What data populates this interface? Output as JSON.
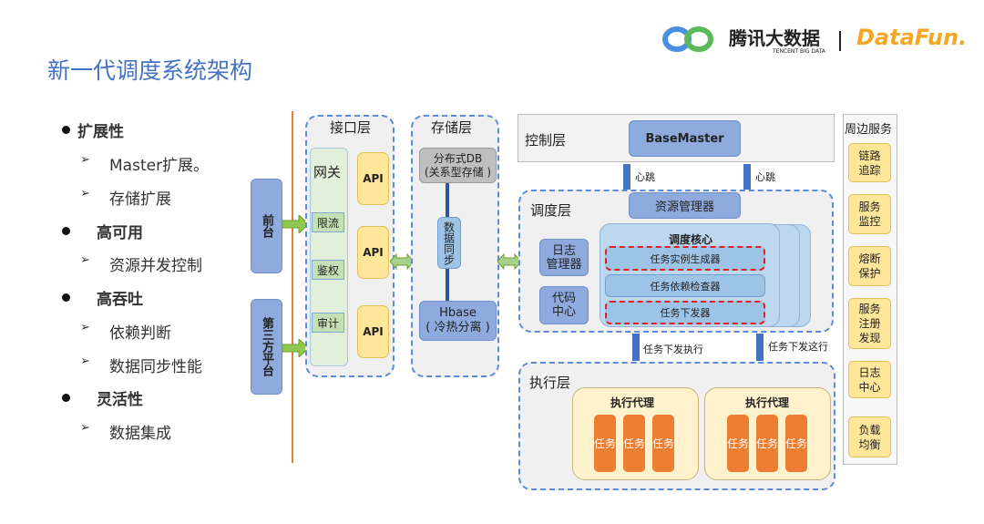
{
  "title": "新一代调度系统架构",
  "logo": {
    "tencent": "腾讯大数据",
    "tencent_sub": "TENCENT BIG DATA",
    "datafun": "DataFun."
  },
  "bullets": [
    {
      "text": "扩展性",
      "level": 1
    },
    {
      "text": "Master扩展。",
      "level": 2
    },
    {
      "text": "存储扩展",
      "level": 2
    },
    {
      "text": "高可用",
      "level": 1
    },
    {
      "text": "资源并发控制",
      "level": 2
    },
    {
      "text": "高吞吐",
      "level": 1
    },
    {
      "text": "依赖判断",
      "level": 2
    },
    {
      "text": "数据同步性能",
      "level": 2
    },
    {
      "text": "灵活性",
      "level": 1
    },
    {
      "text": "数据集成",
      "level": 2
    }
  ],
  "sub_marker": "➢",
  "clients": {
    "frontend": "前台",
    "third_party": "第三方平台"
  },
  "interface": {
    "title": "接口层",
    "gateway": "网关",
    "gw_items": [
      "限流",
      "鉴权",
      "审计"
    ],
    "api": [
      "API",
      "API",
      "API"
    ]
  },
  "storage": {
    "title": "存储层",
    "db": "分布式DB\n(关系型存储 )",
    "sync": "数据同步",
    "hbase": "Hbase\n( 冷热分离 )"
  },
  "control": {
    "title": "控制层",
    "master": "BaseMaster",
    "heartbeat": [
      "心跳",
      "心跳"
    ]
  },
  "schedule": {
    "title": "调度层",
    "resource": "资源管理器",
    "log": "日志\n管理器",
    "code": "代码\n中心",
    "core_title": "调度核心",
    "core_items": [
      "任务实例生成器",
      "任务依赖检查器",
      "任务下发器"
    ],
    "down": [
      "任务下发执行",
      "任务下发这行"
    ]
  },
  "execute": {
    "title": "执行层",
    "agents": [
      {
        "title": "执行代理",
        "tasks": [
          "任务",
          "任务",
          "任务"
        ]
      },
      {
        "title": "执行代理",
        "tasks": [
          "任务",
          "任务",
          "任务"
        ]
      }
    ]
  },
  "peripheral": {
    "title": "周边服务",
    "items": [
      "链路追踪",
      "服务监控",
      "熔断保护",
      "服务注册发现",
      "日志中心",
      "负载均衡"
    ]
  },
  "colors": {
    "title": "#4472c4",
    "task": "#ed7d31",
    "api": "#ffe699",
    "divider": "#ed7d31"
  }
}
